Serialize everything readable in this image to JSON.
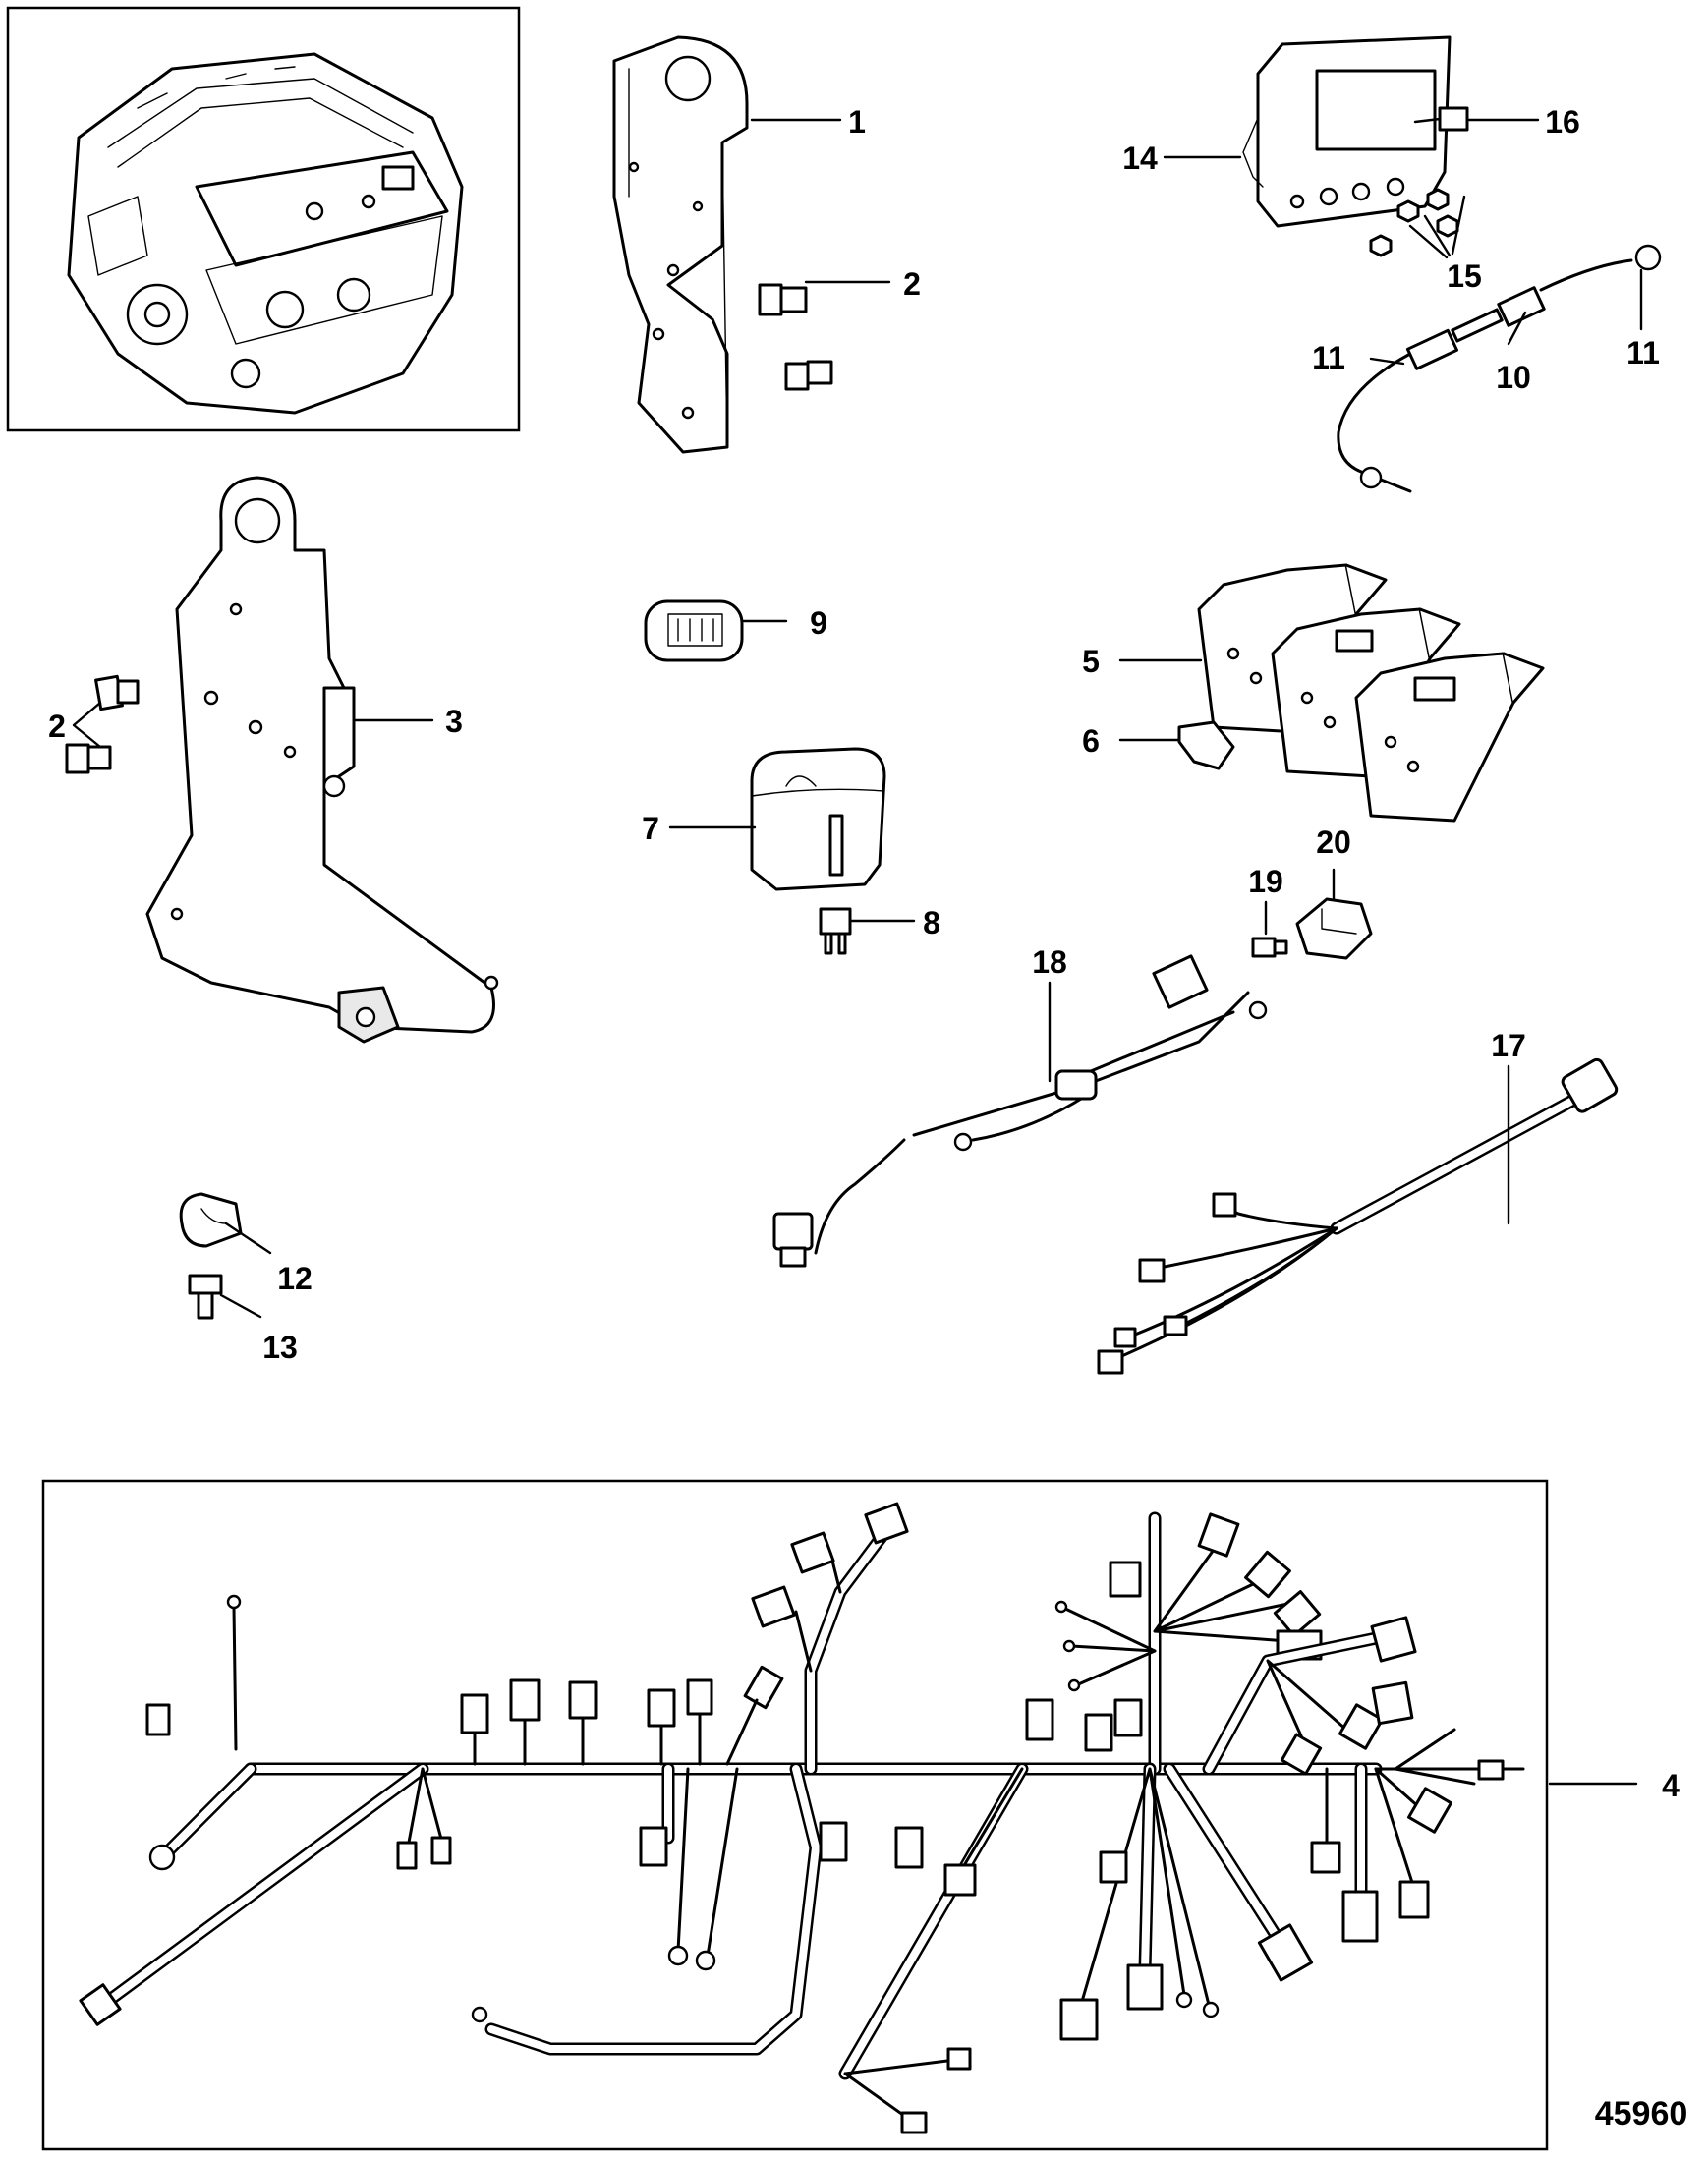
{
  "callouts": {
    "c1": "1",
    "c2a": "2",
    "c2b": "2",
    "c3": "3",
    "c4": "4",
    "c5": "5",
    "c6": "6",
    "c7": "7",
    "c8": "8",
    "c9": "9",
    "c10": "10",
    "c11a": "11",
    "c11b": "11",
    "c12": "12",
    "c13": "13",
    "c14": "14",
    "c15": "15",
    "c16": "16",
    "c17": "17",
    "c18": "18",
    "c19": "19",
    "c20": "20"
  },
  "figure_number": "45960"
}
